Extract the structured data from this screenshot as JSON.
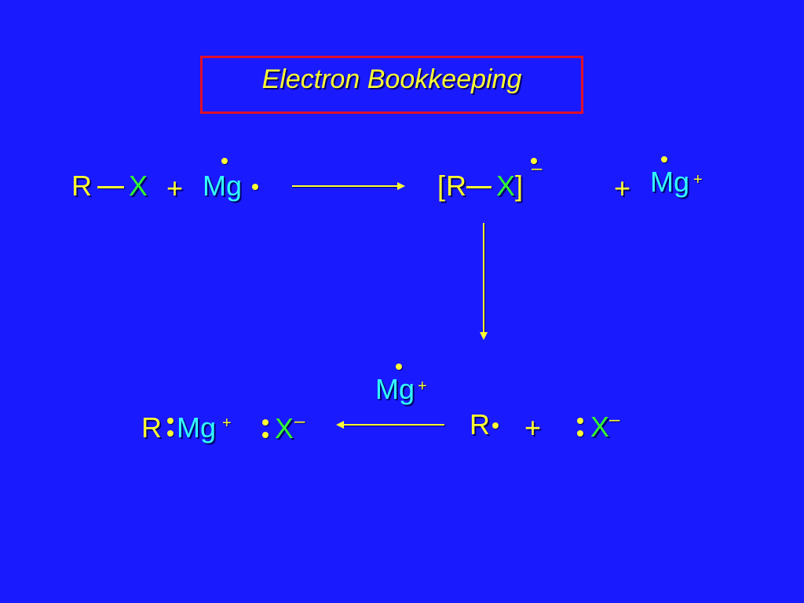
{
  "title": "Electron Bookkeeping",
  "colors": {
    "background": "#1a1aff",
    "title_border": "#e0102a",
    "yellow_text": "#ffff33",
    "cyan_text": "#33ffff",
    "green_text": "#33ff33"
  },
  "reactants": {
    "r": "R",
    "x": "X",
    "plus": "+",
    "mg": "Mg"
  },
  "radical_anion": {
    "open_bracket": "[",
    "r": "R",
    "x": "X",
    "close_bracket": "]",
    "charge": "–"
  },
  "top_right": {
    "plus": "+",
    "mg": "Mg",
    "charge": "+"
  },
  "middle_mg": {
    "mg": "Mg",
    "charge": "+"
  },
  "bottom_mid": {
    "r": "R",
    "plus": "+",
    "x": "X",
    "charge": "–"
  },
  "product": {
    "r": "R",
    "mg": "Mg",
    "mg_charge": "+",
    "x": "X",
    "x_charge": "–"
  }
}
